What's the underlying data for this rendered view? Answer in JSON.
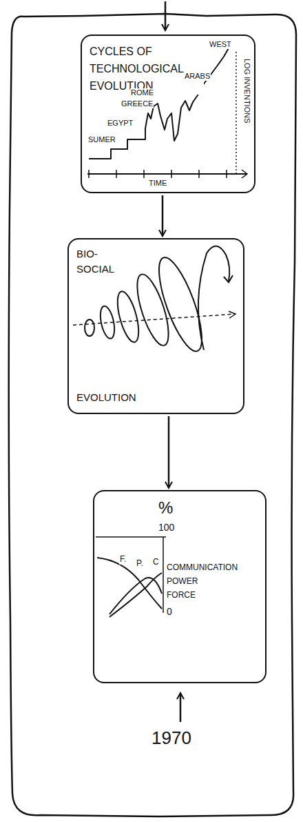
{
  "diagram": {
    "nodes": [
      {
        "text": [
          "CYCLES OF TECHNOLOGICAL EVOLUTION",
          "WEST",
          "ARABS",
          "ROME",
          "GREECE",
          "EGYPT",
          "SUMER",
          "LOG INVENTIONS",
          "TIME"
        ]
      },
      {
        "text": [
          "BIO-SOCIAL",
          "EVOLUTION"
        ]
      },
      {
        "text": [
          "%",
          "100",
          "F.",
          "P.",
          "C",
          "COMMUNICATION",
          "POWER",
          "FORCE",
          "0"
        ]
      }
    ],
    "edges": [
      {
        "from": 0,
        "to": 1,
        "arrow": "to"
      },
      {
        "from": 1,
        "to": 2,
        "arrow": "to"
      }
    ],
    "labels": [
      "1970"
    ]
  }
}
